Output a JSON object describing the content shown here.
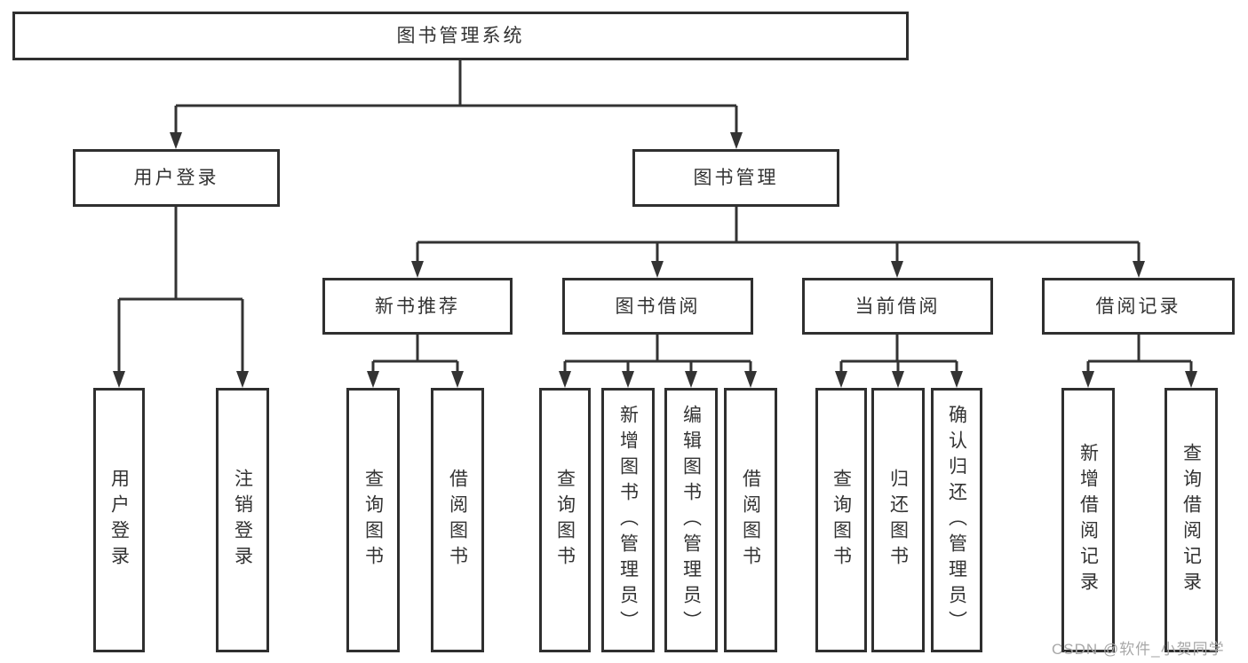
{
  "colors": {
    "background": "#ffffff",
    "line": "#333333",
    "box_border": "#2f2f2f",
    "text": "#333333",
    "watermark": "#a8a8a8"
  },
  "nodes": {
    "root": {
      "label": "图书管理系统"
    },
    "level2": [
      {
        "label": "用户登录"
      },
      {
        "label": "图书管理"
      }
    ],
    "level3": [
      {
        "label": "新书推荐"
      },
      {
        "label": "图书借阅"
      },
      {
        "label": "当前借阅"
      },
      {
        "label": "借阅记录"
      }
    ],
    "leaves": [
      {
        "label": "用户登录"
      },
      {
        "label": "注销登录"
      },
      {
        "label": "查询图书"
      },
      {
        "label": "借阅图书"
      },
      {
        "label": "查询图书"
      },
      {
        "label": "新增图书（管理员）"
      },
      {
        "label": "编辑图书（管理员）"
      },
      {
        "label": "借阅图书"
      },
      {
        "label": "查询图书"
      },
      {
        "label": "归还图书"
      },
      {
        "label": "确认归还（管理员）"
      },
      {
        "label": "新增借阅记录"
      },
      {
        "label": "查询借阅记录"
      }
    ]
  },
  "watermark": {
    "text": "CSDN @软件_小贺同学"
  }
}
